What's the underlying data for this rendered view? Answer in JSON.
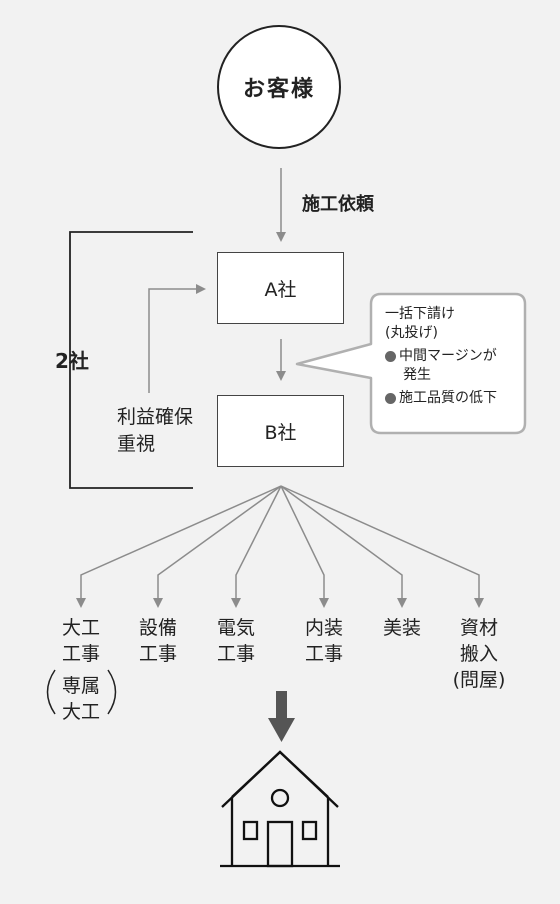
{
  "customer": {
    "label": "お客様"
  },
  "order_label": "施工依頼",
  "company_a": "A社",
  "company_b": "B社",
  "two_companies": "2社",
  "profit_label": [
    "利益確保",
    "重視"
  ],
  "bubble": {
    "title": [
      "一括下請け",
      "(丸投げ)"
    ],
    "items": [
      [
        "中間マージンが",
        "発生"
      ],
      [
        "施工品質の低下"
      ]
    ]
  },
  "trades": [
    {
      "lines": [
        "大工",
        "工事",
        "専属",
        "大工"
      ],
      "bracketed_from": 2
    },
    {
      "lines": [
        "設備",
        "工事"
      ]
    },
    {
      "lines": [
        "電気",
        "工事"
      ]
    },
    {
      "lines": [
        "内装",
        "工事"
      ]
    },
    {
      "lines": [
        "美装"
      ]
    },
    {
      "lines": [
        "資材",
        "搬入",
        "(問屋)"
      ]
    }
  ],
  "colors": {
    "background": "#f2f2f2",
    "line": "#222222",
    "arrow_gray": "#8c8c8c",
    "bubble_border": "#b0b0b0"
  },
  "icons": [
    "house-icon",
    "down-arrow-icon"
  ]
}
